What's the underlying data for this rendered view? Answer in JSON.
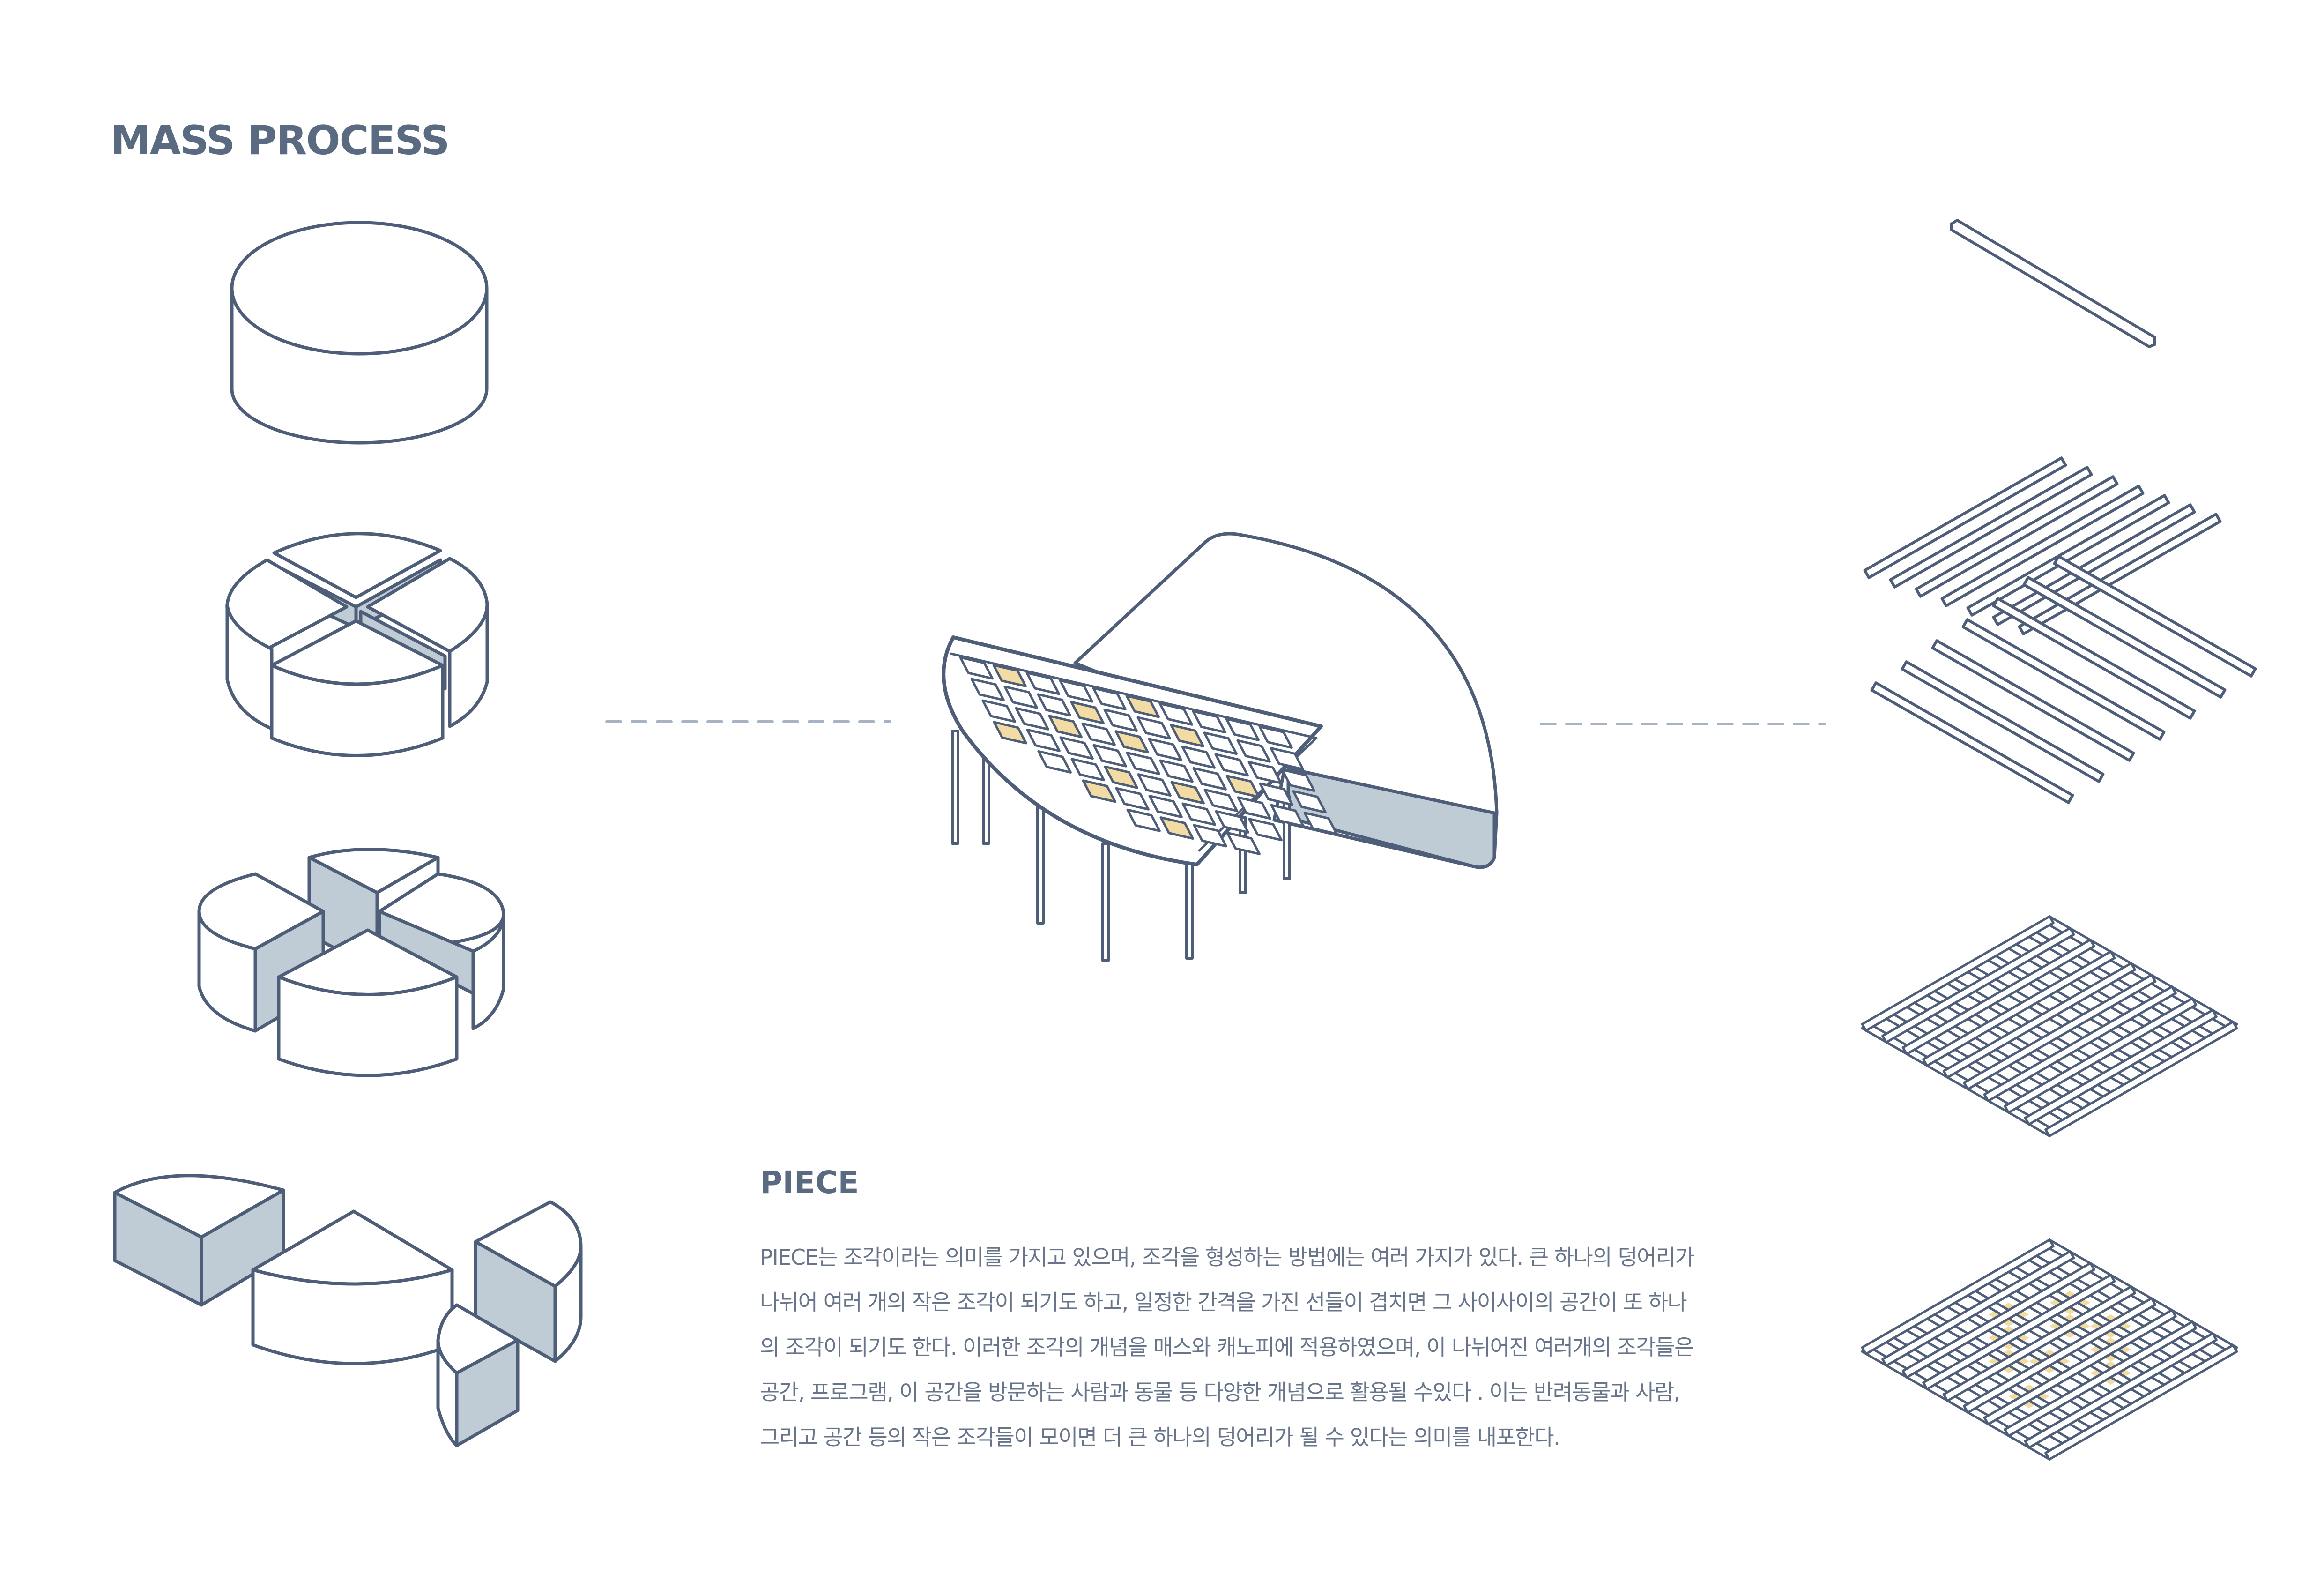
{
  "page": {
    "title": "MASS PROCESS"
  },
  "piece": {
    "heading": "PIECE",
    "lines": [
      "PIECE는 조각이라는 의미를 가지고 있으며, 조각을 형성하는 방법에는 여러 가지가 있다. 큰 하나의 덩어리가",
      "나뉘어 여러 개의 작은 조각이 되기도 하고, 일정한 간격을 가진 선들이 겹치면 그 사이사이의 공간이 또 하나",
      "의 조각이 되기도 한다. 이러한 조각의 개념을 매스와 캐노피에 적용하였으며, 이 나뉘어진 여러개의 조각들은",
      "공간, 프로그램, 이 공간을 방문하는 사람과 동물 등 다양한 개념으로 활용될 수있다 . 이는 반려동물과 사람,",
      "그리고 공간 등의 작은 조각들이 모이면 더 큰 하나의 덩어리가 될 수 있다는 의미를 내포한다."
    ]
  },
  "colors": {
    "stroke": "#4f5e78",
    "side_fill": "#bfccd6",
    "face_fill": "#ffffff",
    "accent": "#f2dca3",
    "dash": "#a7b3c2",
    "title": "#5a6a80",
    "body_text": "#67748a"
  }
}
